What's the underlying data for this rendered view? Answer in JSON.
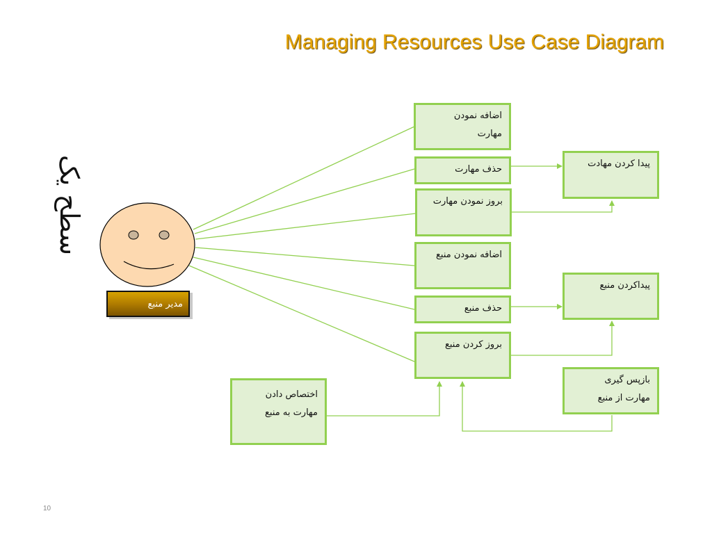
{
  "title": "Managing Resources Use Case Diagram",
  "level_label": "سطح یک",
  "actor": {
    "label": "مدیر منبع"
  },
  "use_cases": {
    "add_skill": "اضافه نمودن مهارت",
    "delete_skill": "حذف مهارت",
    "update_skill": "بروز نمودن مهارت",
    "add_resource": "اضافه نمودن منبع",
    "delete_resource": "حذف منبع",
    "update_resource": "بروز کردن منبع",
    "find_skill": "پیدا کردن مهادت",
    "find_resource": "پیداکردن منبع",
    "assign_skill": "اختصاص دادن مهارت به منبع",
    "revoke_skill": "بازپس گیری مهارت از منبع"
  },
  "page_number": "10",
  "colors": {
    "title": "#e4a200",
    "line": "#92d050",
    "box_fill": "#e2f0d4",
    "actor_face": "#fdd9b0"
  }
}
